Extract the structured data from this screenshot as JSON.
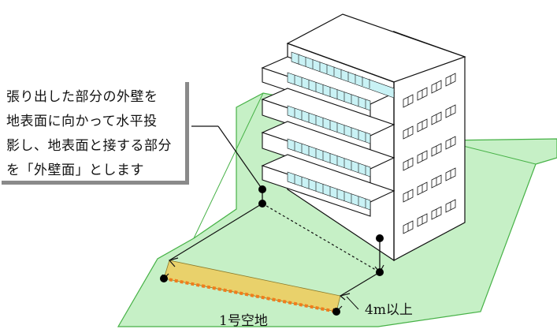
{
  "callout": {
    "lines": [
      "張り出した部分の外壁を",
      "地表面に向かって水平投",
      "影し、地表面と接する部分",
      "を「外壁面」とします"
    ]
  },
  "labels": {
    "open_space": "1号空地",
    "distance": "4m以上"
  },
  "colors": {
    "ground_fill": "#c6f0c6",
    "ground_stroke": "#46b146",
    "open_space_fill": "#e9d16b",
    "boundary_dots": "#f07d1c",
    "glass": "#c9f2f5"
  }
}
